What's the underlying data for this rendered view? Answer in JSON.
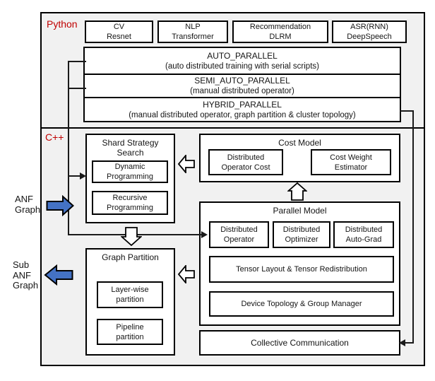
{
  "python": {
    "label": "Python",
    "apps": [
      {
        "l1": "CV",
        "l2": "Resnet"
      },
      {
        "l1": "NLP",
        "l2": "Transformer"
      },
      {
        "l1": "Recommendation",
        "l2": "DLRM"
      },
      {
        "l1": "ASR(RNN)",
        "l2": "DeepSpeech"
      }
    ],
    "modes": [
      {
        "title": "AUTO_PARALLEL",
        "desc": "(auto distributed training with serial scripts)"
      },
      {
        "title": "SEMI_AUTO_PARALLEL",
        "desc": "(manual distributed operator)"
      },
      {
        "title": "HYBRID_PARALLEL",
        "desc": "(manual distributed operator, graph partition & cluster topology)"
      }
    ]
  },
  "cpp": {
    "label": "C++",
    "shard": {
      "title_l1": "Shard Strategy",
      "title_l2": "Search",
      "items": [
        {
          "l1": "Dynamic",
          "l2": "Programming"
        },
        {
          "l1": "Recursive",
          "l2": "Programming"
        }
      ]
    },
    "cost": {
      "title": "Cost Model",
      "items": [
        {
          "l1": "Distributed",
          "l2": "Operator Cost"
        },
        {
          "l1": "Cost Weight",
          "l2": "Estimator"
        }
      ]
    },
    "parallel": {
      "title": "Parallel Model",
      "items": [
        {
          "l1": "Distributed",
          "l2": "Operator"
        },
        {
          "l1": "Distributed",
          "l2": "Optimizer"
        },
        {
          "l1": "Distributed",
          "l2": "Auto-Grad"
        }
      ],
      "wide": [
        "Tensor Layout & Tensor Redistribution",
        "Device Topology & Group Manager"
      ]
    },
    "graph_partition": {
      "title": "Graph Partition",
      "items": [
        {
          "l1": "Layer-wise",
          "l2": "partition"
        },
        {
          "l1": "Pipeline",
          "l2": "partition"
        }
      ]
    },
    "collective": {
      "title": "Collective Communication"
    }
  },
  "io_labels": {
    "anf": {
      "l1": "ANF",
      "l2": "Graph"
    },
    "sub_anf": {
      "l1": "Sub",
      "l2": "ANF",
      "l3": "Graph"
    }
  },
  "colors": {
    "section_label": "#c00000",
    "flow_arrow_fill": "#4472c4",
    "box_border": "#000000",
    "frame_background": "#f1f1f1"
  }
}
